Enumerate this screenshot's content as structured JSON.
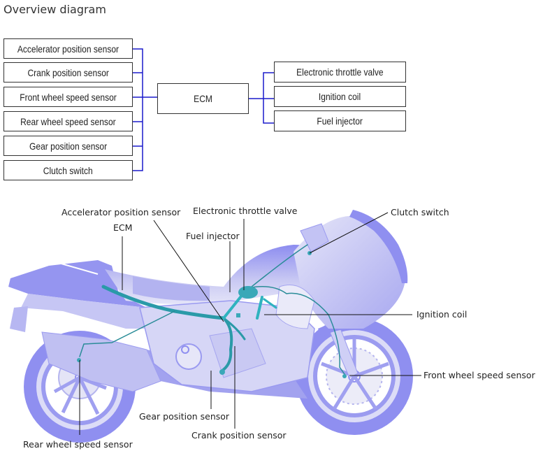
{
  "title": "Overview diagram",
  "block_diagram": {
    "inputs": [
      "Accelerator position sensor",
      "Crank position sensor",
      "Front wheel speed sensor",
      "Rear wheel speed sensor",
      "Gear position sensor",
      "Clutch switch"
    ],
    "controller": "ECM",
    "outputs": [
      "Electronic throttle valve",
      "Ignition coil",
      "Fuel injector"
    ],
    "connector_color": "#1a1acc"
  },
  "illustration": {
    "callouts": {
      "accelerator_position_sensor": "Accelerator position sensor",
      "ecm": "ECM",
      "electronic_throttle_valve": "Electronic throttle valve",
      "fuel_injector": "Fuel injector",
      "clutch_switch": "Clutch switch",
      "ignition_coil": "Ignition coil",
      "front_wheel_speed_sensor": "Front wheel speed sensor",
      "gear_position_sensor": "Gear position sensor",
      "crank_position_sensor": "Crank position sensor",
      "rear_wheel_speed_sensor": "Rear wheel speed sensor"
    },
    "colors": {
      "body": "#8c8cf0",
      "body_light": "#c8c8f4",
      "harness": "#2fb3bf",
      "leader": "#111111"
    }
  }
}
